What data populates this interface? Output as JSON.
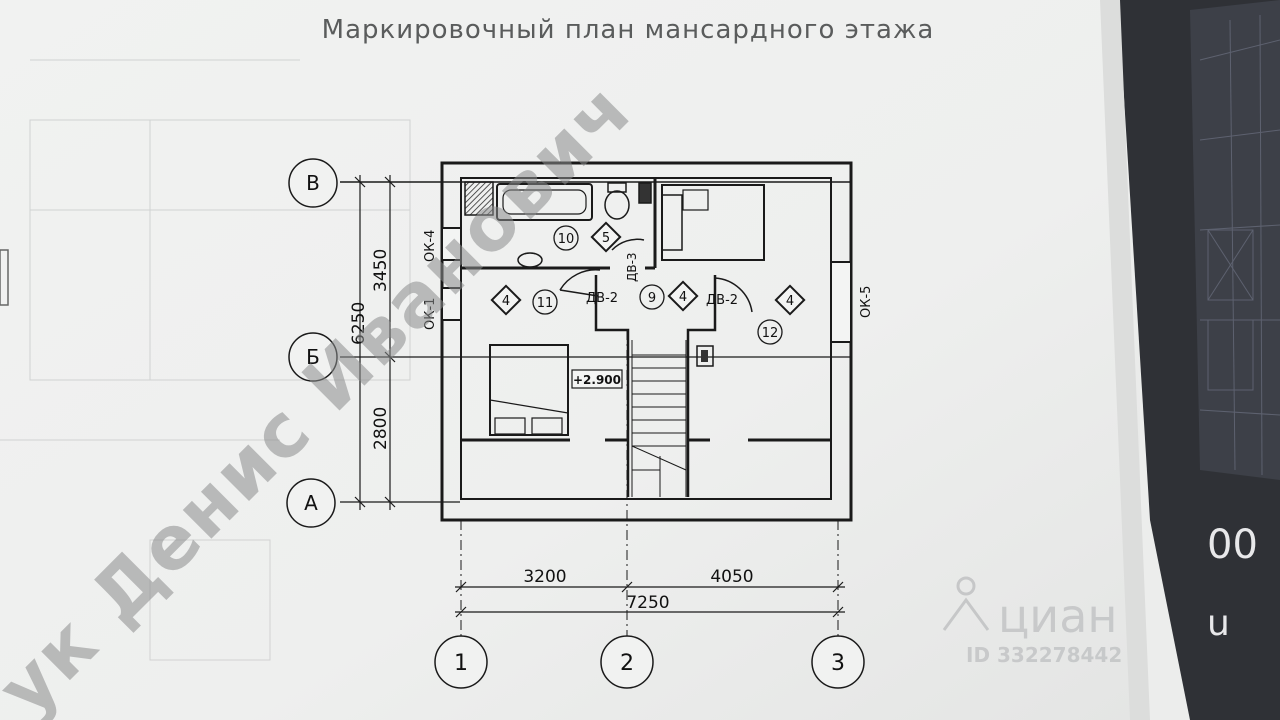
{
  "plan": {
    "title": "Маркировочный план мансардного этажа",
    "axis_rows": [
      "В",
      "Б",
      "А"
    ],
    "axis_cols": [
      "1",
      "2",
      "3"
    ],
    "dims_vertical": {
      "total": "6250",
      "upper": "3450",
      "lower": "2800"
    },
    "dims_horizontal": {
      "left": "3200",
      "right": "4050",
      "total": "7250"
    },
    "windows": [
      "ОК-4",
      "ОК-1",
      "ОК-5"
    ],
    "doors": {
      "left": "ДВ-2",
      "right": "ДВ-2",
      "middle": "ДВ-3"
    },
    "rooms": [
      "10",
      "11",
      "9",
      "12"
    ],
    "finish_tags": {
      "room10": "5",
      "room11": "4",
      "room9": "4",
      "room12": "4"
    },
    "level_mark": "+2.900"
  },
  "watermarks": {
    "diagonal": "ук Денис Иванович",
    "brand": "циан",
    "id_text": "ID 332278442"
  },
  "right_edge": {
    "fragment_1": "00",
    "fragment_2": "u"
  }
}
